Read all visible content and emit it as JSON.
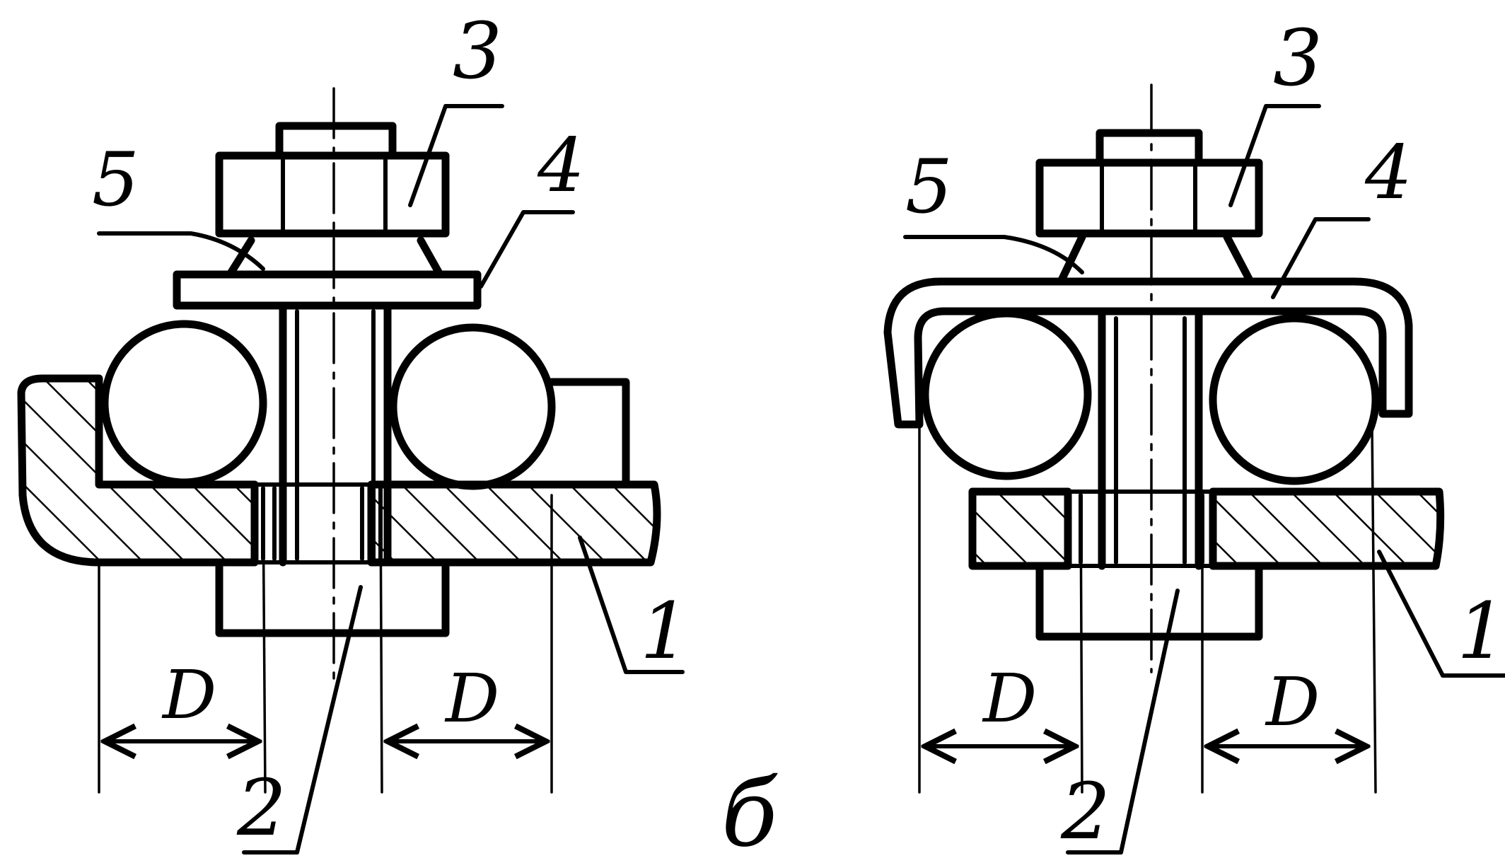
{
  "left_assembly": {
    "labels": {
      "p1": "1",
      "p2": "2",
      "p3": "3",
      "p4": "4",
      "p5": "5"
    },
    "dim_left": "D",
    "dim_right": "D"
  },
  "right_assembly": {
    "labels": {
      "p1": "1",
      "p2": "2",
      "p3": "3",
      "p4": "4",
      "p5": "5"
    },
    "dim_left": "D",
    "dim_right": "D"
  },
  "figure_letter": "б"
}
